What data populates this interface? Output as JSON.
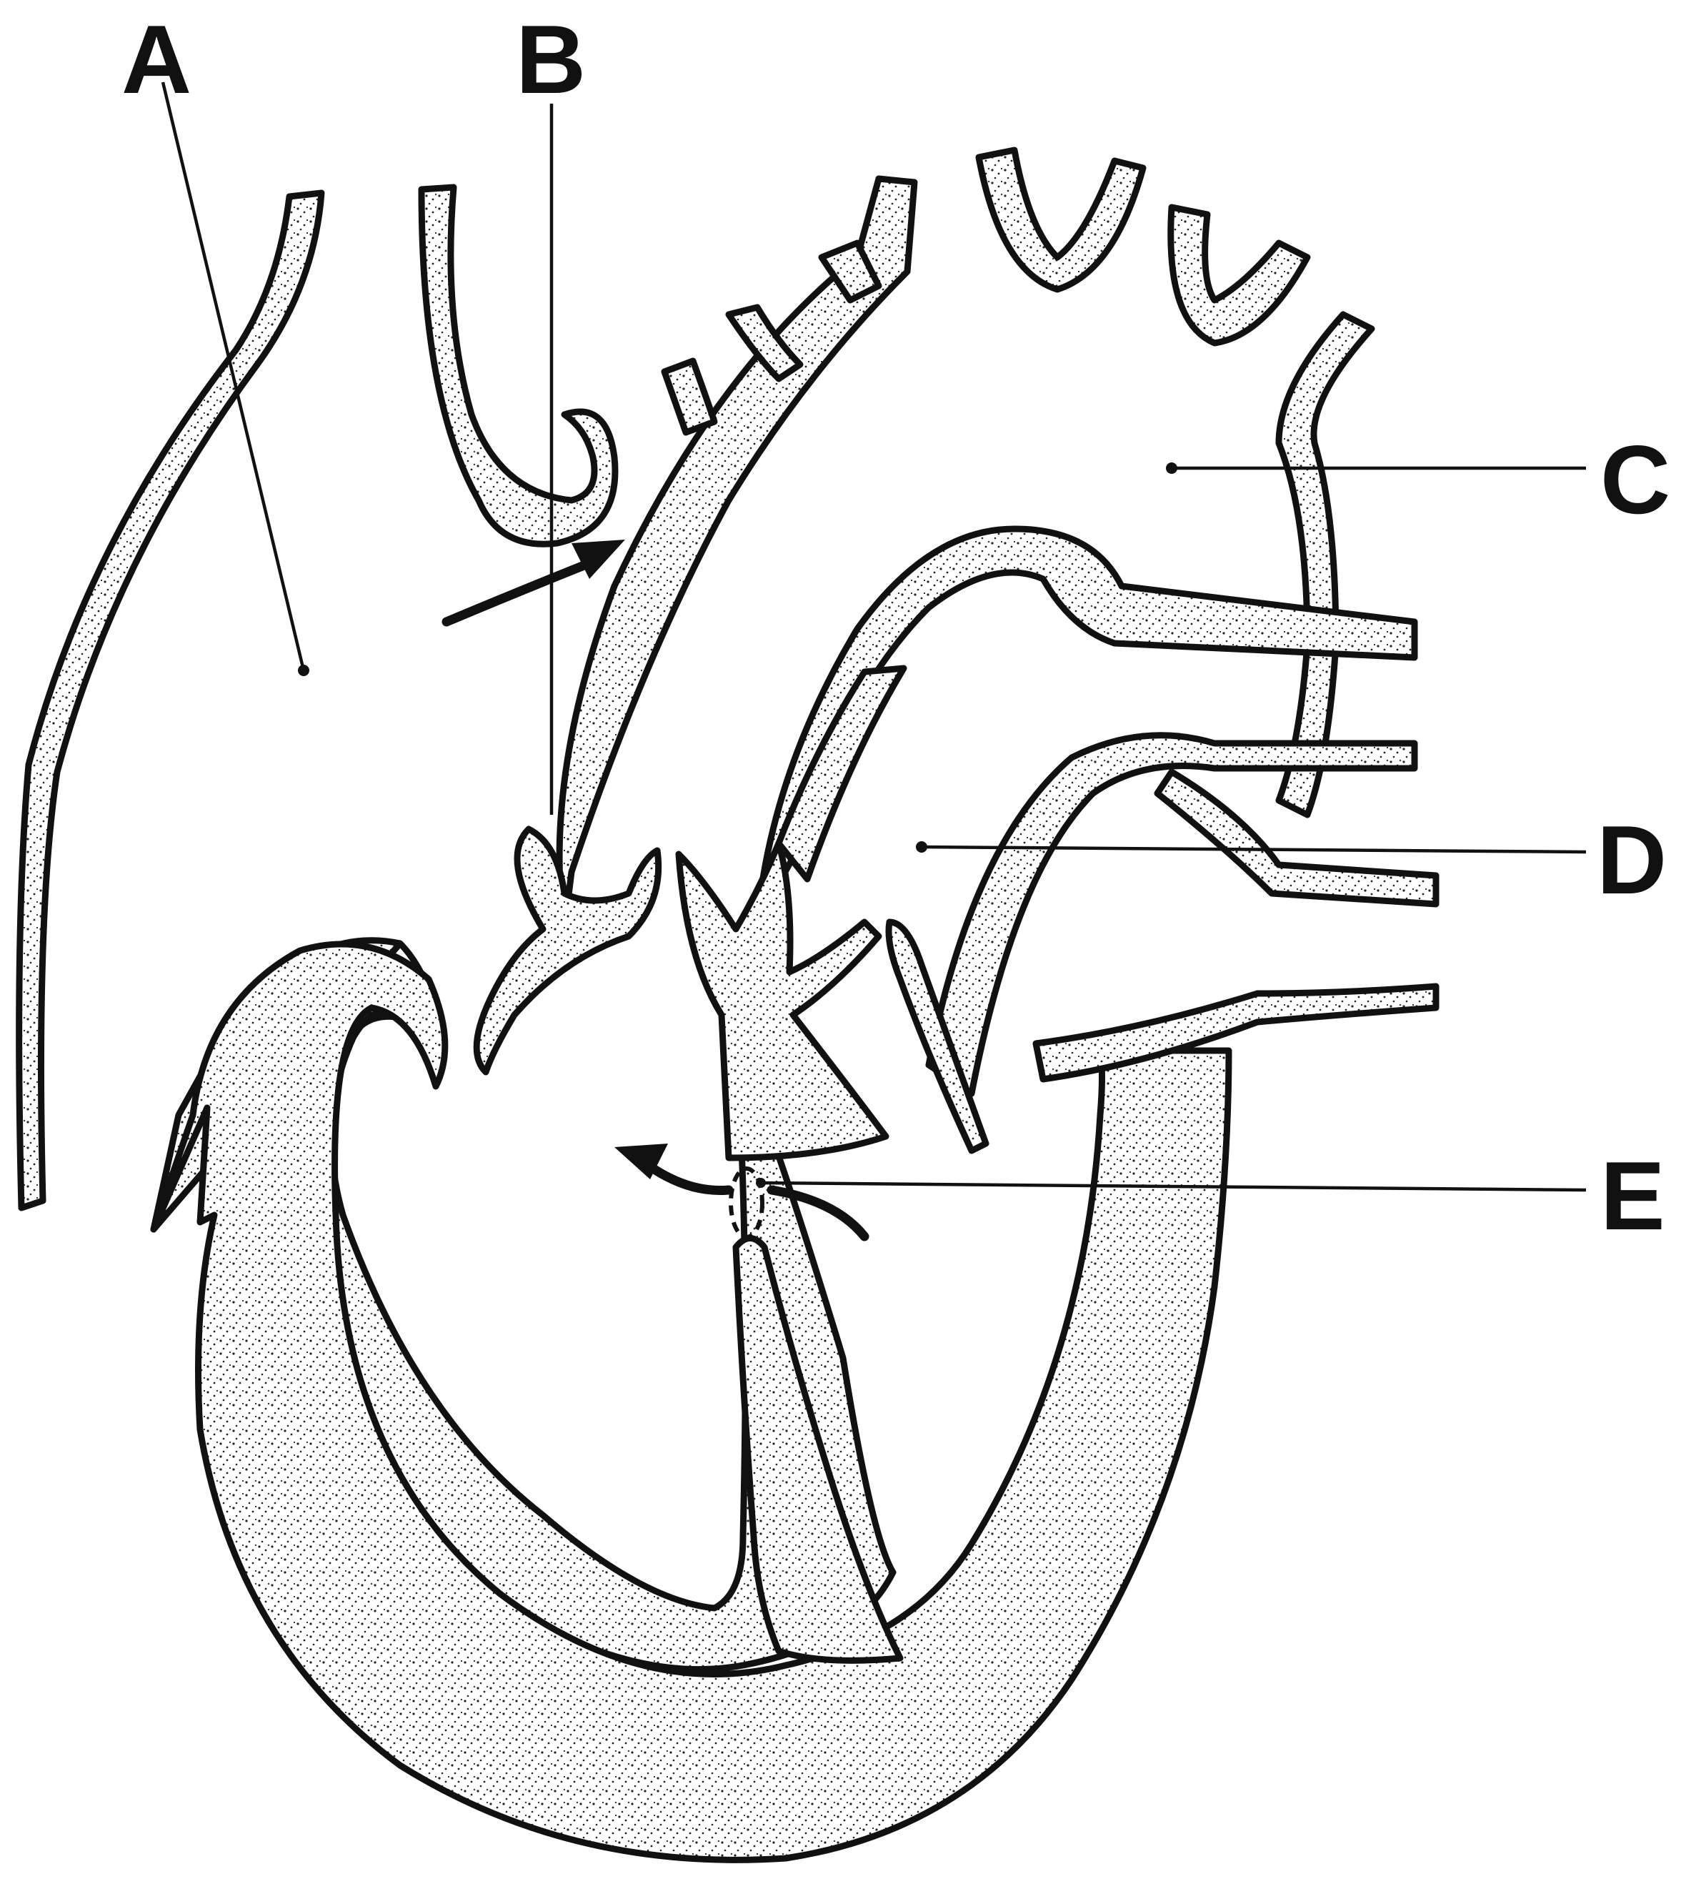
{
  "labels": {
    "A": "A",
    "B": "B",
    "C": "C",
    "D": "D",
    "E": "E"
  },
  "colors": {
    "ink": "#111111",
    "background": "#ffffff",
    "stipple": "#d9d9d9"
  }
}
